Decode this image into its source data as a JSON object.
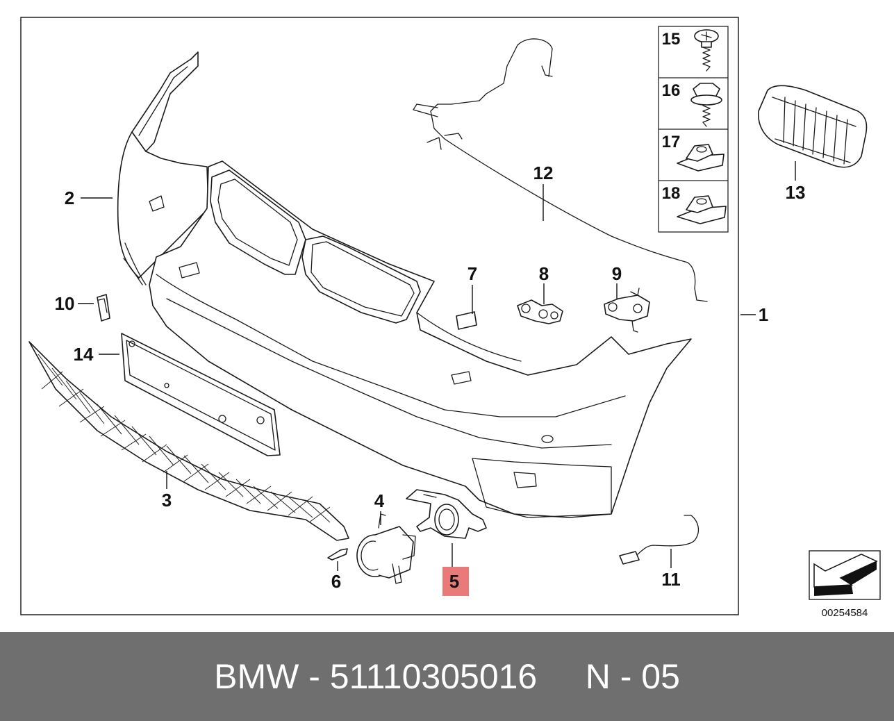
{
  "diagram": {
    "reference_number": "00254584",
    "callouts": {
      "c1": "1",
      "c2": "2",
      "c3": "3",
      "c4": "4",
      "c5": "5",
      "c6": "6",
      "c7": "7",
      "c8": "8",
      "c9": "9",
      "c10": "10",
      "c11": "11",
      "c12": "12",
      "c13": "13",
      "c14": "14",
      "c15": "15",
      "c16": "16",
      "c17": "17",
      "c18": "18"
    },
    "highlighted_callout": "5",
    "highlight_color": "#e87a7a",
    "icons": [
      "bumper-icon",
      "kidney-grille-icon",
      "fog-light-icon",
      "wiring-harness-icon",
      "screw-icon",
      "nut-clip-icon",
      "orientation-arrow-icon"
    ]
  },
  "footer": {
    "brand": "BMW",
    "separator": "-",
    "part_number": "51110305016",
    "position_code": "N - 05",
    "background": "#6f6f6f"
  }
}
